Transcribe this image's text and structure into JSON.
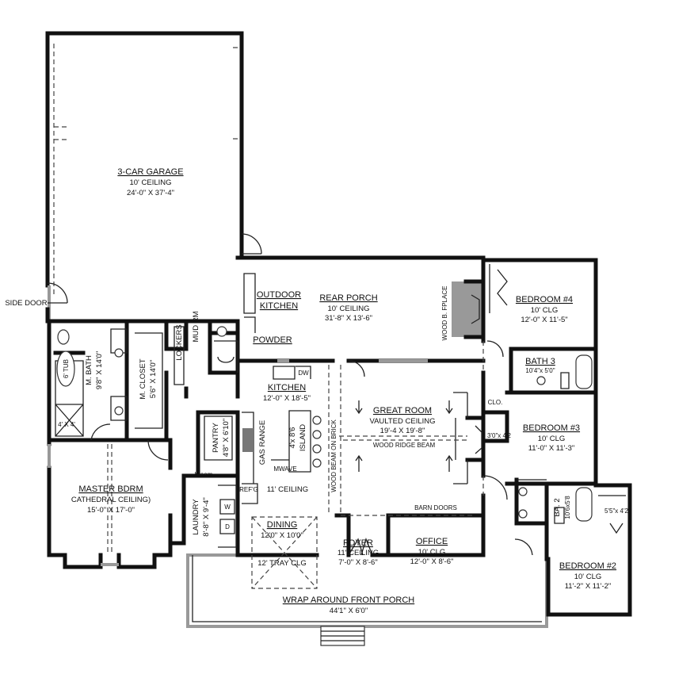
{
  "rooms": {
    "garage": {
      "name": "3-CAR GARAGE",
      "ceiling": "10' CEILING",
      "size": "24'-0\" X 37'-4\""
    },
    "side_door": "SIDE DOOR",
    "outdoor_kitchen": {
      "line1": "OUTDOOR",
      "line2": "KITCHEN"
    },
    "rear_porch": {
      "name": "REAR PORCH",
      "ceiling": "10' CEILING",
      "size": "31'-8\" X 13'-6\""
    },
    "fireplace": "WOOD B. FPLACE",
    "bedroom4": {
      "name": "BEDROOM #4",
      "ceiling": "10' CLG",
      "size": "12'-0\" X 11'-5\""
    },
    "powder": "POWDER",
    "mud_room": "MUD RM",
    "lockers": "LOCKERS",
    "master_bath": {
      "name": "M. BATH",
      "size": "9'8\" X 14'0\""
    },
    "master_closet": {
      "name": "M. CLOSET",
      "size": "5'6\" X 14'0\""
    },
    "tub": "6' TUB",
    "shower": "4' X 4'",
    "bath3": {
      "name": "BATH 3",
      "size": "10'4\"x 5'0\""
    },
    "closet": "CLO.",
    "kitchen": {
      "name": "KITCHEN",
      "size": "12'-0\" X 18'-5\"",
      "ceiling": "11' CEILING",
      "dw": "DW",
      "gas_range": "GAS RANGE",
      "mwave": "MWAVE",
      "refg": "REF'G"
    },
    "island": {
      "line1": "4'x 8'6",
      "line2": "ISLAND"
    },
    "wood_beam": "WOOD BEAM ON BRICK",
    "great_room": {
      "name": "GREAT ROOM",
      "ceiling": "VAULTED CEILING",
      "size": "19'-4 X 19'-8\"",
      "beam": "WOOD RIDGE BEAM"
    },
    "bedroom3": {
      "name": "BEDROOM #3",
      "ceiling": "10' CLG",
      "size": "11'-0\" X 11'-3\"",
      "closet": "3'0\"x 4'2"
    },
    "pantry": {
      "name": "PANTRY",
      "size": "4'8\" X 6'10\""
    },
    "broom": "broom",
    "master_bedroom": {
      "name": "MASTER BDRM",
      "ceiling": "CATHEDRAL CEILING)",
      "size": "15'-0\" X 17'-0\""
    },
    "laundry": {
      "name": "LAUNDRY",
      "size": "8'-8\" X 9'-4\"",
      "washer": "W",
      "dryer": "D"
    },
    "bath2": {
      "name": "BA. 2",
      "size": "10'6x5'8"
    },
    "closet2": "5'5\"x 4'2",
    "barn_doors": "BARN DOORS",
    "dining": {
      "name": "DINING",
      "size": "12'0\" X 10'0\"",
      "ceiling": "12' TRAY CLG"
    },
    "foyer": {
      "name": "FOYER",
      "ceiling": "11' CEILING",
      "size": "7'-0\" X 8'-6\""
    },
    "office": {
      "name": "OFFICE",
      "ceiling": "10' CLG",
      "size": "12'-0\" X 8'-6\""
    },
    "bedroom2": {
      "name": "BEDROOM #2",
      "ceiling": "10' CLG",
      "size": "11'-2\" X 11'-2\""
    },
    "front_porch": {
      "name": "WRAP AROUND FRONT PORCH",
      "size": "44'1\" X 6'0\""
    }
  }
}
